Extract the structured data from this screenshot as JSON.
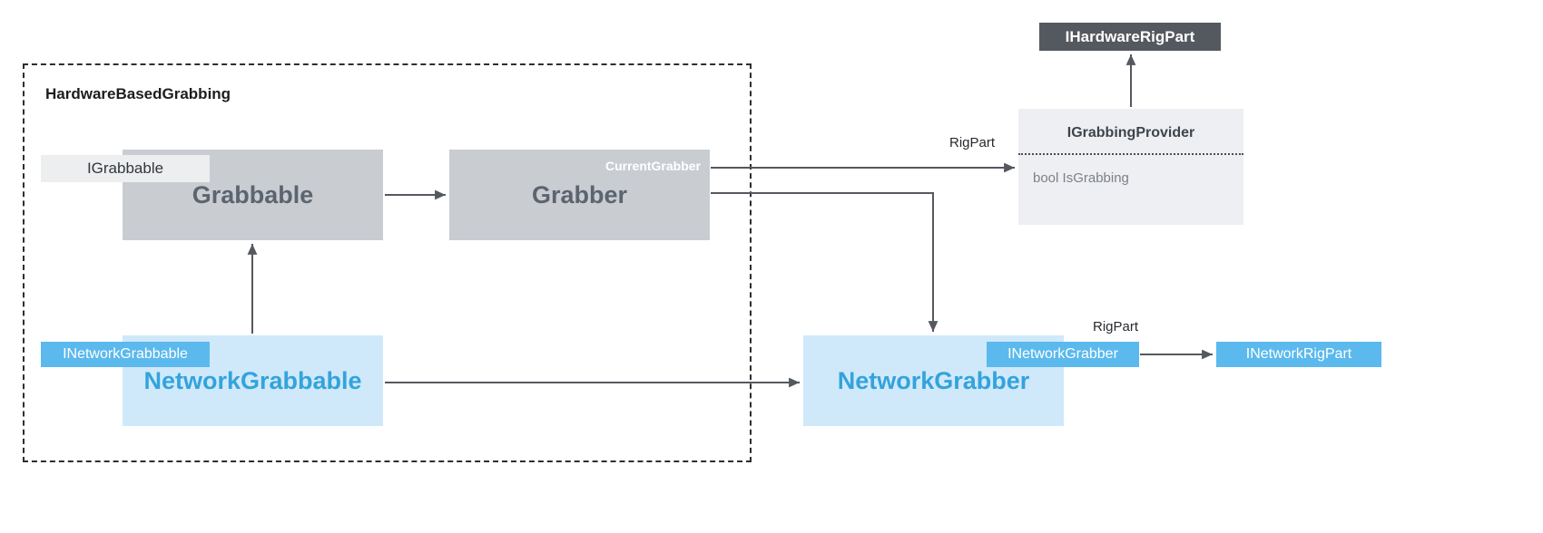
{
  "diagram": {
    "group": {
      "label": "HardwareBasedGrabbing"
    },
    "nodes": {
      "grabbable": {
        "title": "Grabbable",
        "tag": "IGrabbable"
      },
      "grabber": {
        "title": "Grabber",
        "corner_label": "CurrentGrabber"
      },
      "network_grabbable": {
        "title": "NetworkGrabbable",
        "tag": "INetworkGrabbable"
      },
      "network_grabber": {
        "title": "NetworkGrabber",
        "tag": "INetworkGrabber"
      },
      "hardware_rig_part": {
        "title": "IHardwareRigPart"
      },
      "grabbing_provider": {
        "title": "IGrabbingProvider",
        "member": "bool IsGrabbing"
      },
      "network_rig_part": {
        "title": "INetworkRigPart"
      }
    },
    "edges": {
      "rig_part_provider_label": "RigPart",
      "rig_part_network_label": "RigPart"
    },
    "colors": {
      "gray_box": "#c9cdd2",
      "gray_text": "#5c6470",
      "blue_box": "#cfe9fa",
      "blue_text": "#33a3dc",
      "blue_tag": "#5bb9ed",
      "light_tag": "#eceef0",
      "dark_box": "#54585f",
      "provider_box": "#edeff2",
      "arrow": "#55585e",
      "group_border": "#2e2e2e"
    }
  }
}
